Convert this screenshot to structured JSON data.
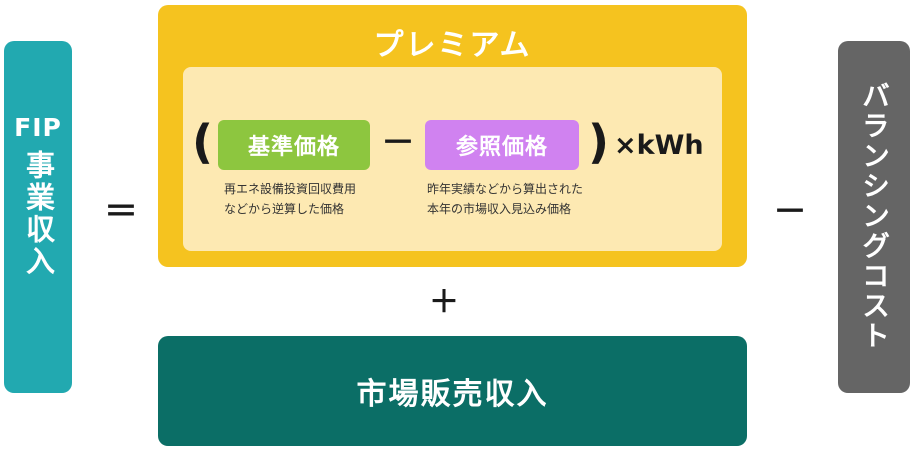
{
  "fip_box": {
    "label_latin": "FIP",
    "label_japanese": "事業収入",
    "color": "#22a9b0"
  },
  "operators": {
    "equals": "＝",
    "plus": "＋",
    "minus_inner": "－",
    "minus_outer": "－",
    "paren_open": "(",
    "paren_close": ")"
  },
  "premium": {
    "title": "プレミアム",
    "color": "#f5c31f",
    "inner_color": "#fde9b2",
    "base_price": {
      "label": "基準価格",
      "note_line1": "再エネ設備投資回収費用",
      "note_line2": "などから逆算した価格",
      "color": "#8dc63f"
    },
    "reference_price": {
      "label": "参照価格",
      "note_line1": "昨年実績などから算出された",
      "note_line2": "本年の市場収入見込み価格",
      "color": "#d082f0"
    },
    "multiplier": "×kWh"
  },
  "market_sales": {
    "label": "市場販売収入",
    "color": "#0b6e66"
  },
  "balancing_cost": {
    "label": "バランシングコスト",
    "color": "#656565"
  }
}
